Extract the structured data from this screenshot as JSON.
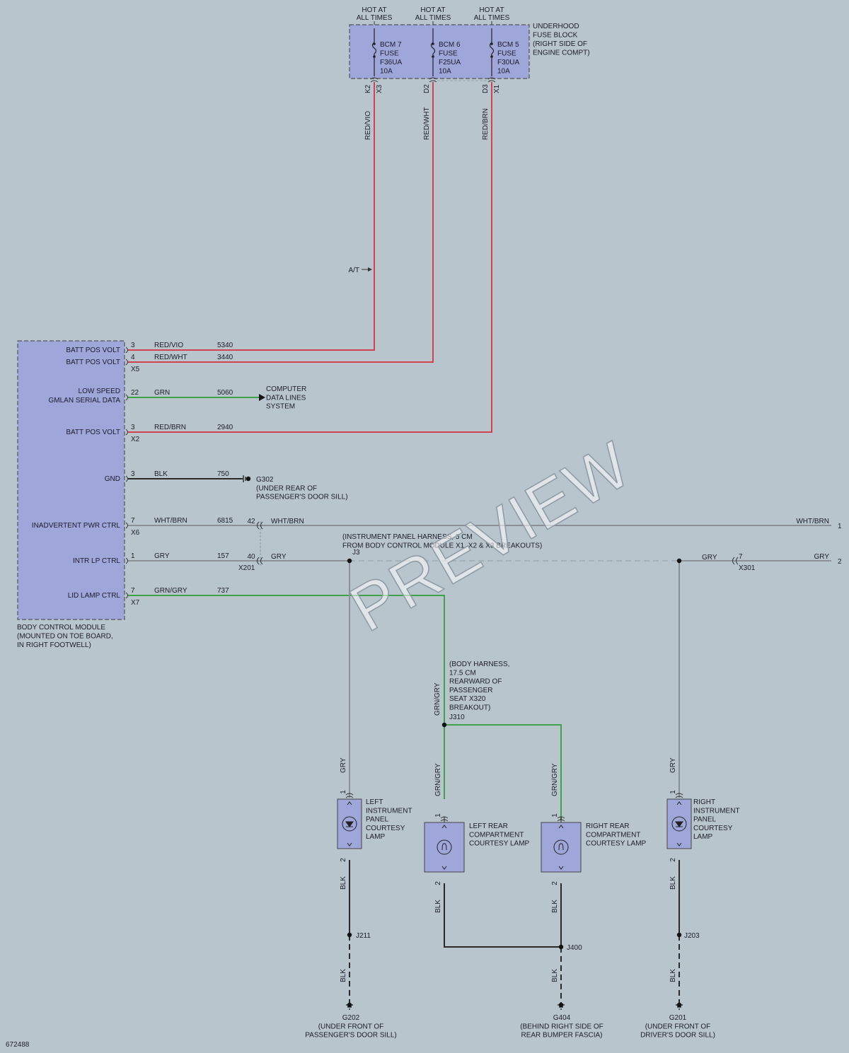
{
  "colors": {
    "background": "#b9c5cc",
    "component_fill": "#9fa6da",
    "red": "#d2424f",
    "green": "#3fa14a",
    "gray": "#8a9096",
    "black": "#2a2a2a"
  },
  "fuse_block": {
    "hot_labels": [
      [
        "HOT AT",
        "ALL TIMES"
      ],
      [
        "HOT AT",
        "ALL TIMES"
      ],
      [
        "HOT AT",
        "ALL TIMES"
      ]
    ],
    "title": [
      "UNDERHOOD",
      "FUSE BLOCK",
      "(RIGHT SIDE OF",
      "ENGINE COMPT)"
    ],
    "fuses": [
      {
        "lines": [
          "BCM 7",
          "FUSE",
          "F36UA",
          "10A"
        ],
        "pins": [
          "K2",
          "X3"
        ],
        "wire": "RED/VIO"
      },
      {
        "lines": [
          "BCM 6",
          "FUSE",
          "F25UA",
          "10A"
        ],
        "pins": [
          "D2",
          ""
        ],
        "wire": "RED/WHT"
      },
      {
        "lines": [
          "BCM 5",
          "FUSE",
          "F30UA",
          "10A"
        ],
        "pins": [
          "D3",
          "X1"
        ],
        "wire": "RED/BRN"
      }
    ]
  },
  "at_label": "A/T",
  "bcm": {
    "label": [
      "BODY CONTROL MODULE",
      "(MOUNTED ON TOE BOARD,",
      "IN RIGHT FOOTWELL)"
    ],
    "rows": [
      {
        "name": "BATT POS VOLT",
        "pin": "3",
        "wire": "RED/VIO",
        "circuit": "5340",
        "connector": ""
      },
      {
        "name": "BATT POS VOLT",
        "pin": "4",
        "wire": "RED/WHT",
        "circuit": "3440",
        "connector": "X5"
      },
      {
        "name": "LOW SPEED\nGMLAN SERIAL DATA",
        "pin": "22",
        "wire": "GRN",
        "circuit": "5060",
        "connector": ""
      },
      {
        "name": "BATT POS VOLT",
        "pin": "3",
        "wire": "RED/BRN",
        "circuit": "2940",
        "connector": "X2"
      },
      {
        "name": "GND",
        "pin": "3",
        "wire": "BLK",
        "circuit": "750",
        "connector": ""
      },
      {
        "name": "INADVERTENT PWR CTRL",
        "pin": "7",
        "wire": "WHT/BRN",
        "circuit": "6815",
        "connector": "X6"
      },
      {
        "name": "INTR LP CTRL",
        "pin": "1",
        "wire": "GRY",
        "circuit": "157",
        "connector": ""
      },
      {
        "name": "LID LAMP CTRL",
        "pin": "7",
        "wire": "GRN/GRY",
        "circuit": "737",
        "connector": "X7"
      }
    ]
  },
  "computer_data": [
    "COMPUTER",
    "DATA LINES",
    "SYSTEM"
  ],
  "g302": [
    "G302",
    "(UNDER REAR OF",
    "PASSENGER'S DOOR SILL)"
  ],
  "x201": {
    "name": "X201",
    "pin_a": "42",
    "pin_b": "40",
    "wire_a": "WHT/BRN",
    "wire_b": "GRY"
  },
  "harness_note": [
    "(INSTRUMENT PANEL HARNESS, 5 CM",
    "FROM BODY CONTROL MODULE X1, X2 & X3 BREAKOUTS)"
  ],
  "splice_j3": "J3",
  "right_edge": {
    "wire_1": "WHT/BRN",
    "ref_1": "1",
    "wire_2": "GRY",
    "ref_2": "2"
  },
  "x301": {
    "name": "X301",
    "pin": "7",
    "wire_left": "GRY"
  },
  "body_note": [
    "(BODY HARNESS,",
    "17.5 CM",
    "REARWARD OF",
    "PASSENGER",
    "SEAT X320",
    "BREAKOUT)"
  ],
  "j310": "J310",
  "lamps": [
    {
      "label": [
        "LEFT",
        "INSTRUMENT",
        "PANEL",
        "COURTESY",
        "LAMP"
      ],
      "wire_in": "GRY",
      "wire_out": "BLK",
      "pin_in": "1",
      "pin_out": "2"
    },
    {
      "label": [
        "LEFT REAR",
        "COMPARTMENT",
        "COURTESY LAMP"
      ],
      "wire_in": "GRN/GRY",
      "wire_out": "BLK",
      "pin_in": "1",
      "pin_out": "2"
    },
    {
      "label": [
        "RIGHT REAR",
        "COMPARTMENT",
        "COURTESY LAMP"
      ],
      "wire_in": "GRN/GRY",
      "wire_out": "BLK",
      "pin_in": "1",
      "pin_out": "2"
    },
    {
      "label": [
        "RIGHT",
        "INSTRUMENT",
        "PANEL",
        "COURTESY",
        "LAMP"
      ],
      "wire_in": "GRY",
      "wire_out": "BLK",
      "pin_in": "1",
      "pin_out": "2"
    }
  ],
  "grnGry_trunk": "GRN/GRY",
  "splices_bottom": [
    "J211",
    "J400",
    "J203"
  ],
  "grounds": [
    {
      "lines": [
        "G202",
        "(UNDER FRONT OF",
        "PASSENGER'S DOOR SILL)"
      ],
      "wire": "BLK"
    },
    {
      "lines": [
        "G404",
        "(BEHIND RIGHT SIDE OF",
        "REAR BUMPER FASCIA)"
      ],
      "wire": "BLK"
    },
    {
      "lines": [
        "G201",
        "(UNDER FRONT OF",
        "DRIVER'S DOOR SILL)"
      ],
      "wire": "BLK"
    }
  ],
  "diagram_id": "672488",
  "watermark": "PREVIEW"
}
